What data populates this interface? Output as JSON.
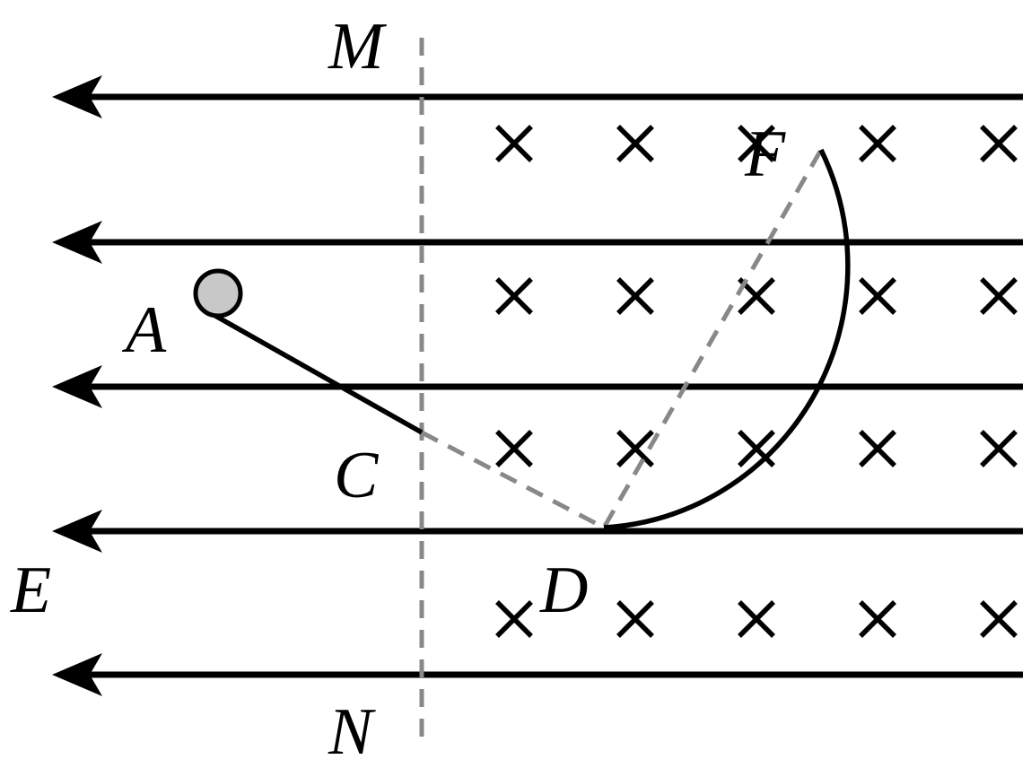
{
  "labels": {
    "M": "M",
    "N": "N",
    "A": "A",
    "C": "C",
    "D": "D",
    "E": "E",
    "F": "F"
  },
  "colors": {
    "line": "#000000",
    "dashed": "#888888",
    "ball_fill": "#c8c8c8"
  },
  "field": {
    "electric_direction": "left",
    "magnetic_symbol": "x (into page)"
  }
}
